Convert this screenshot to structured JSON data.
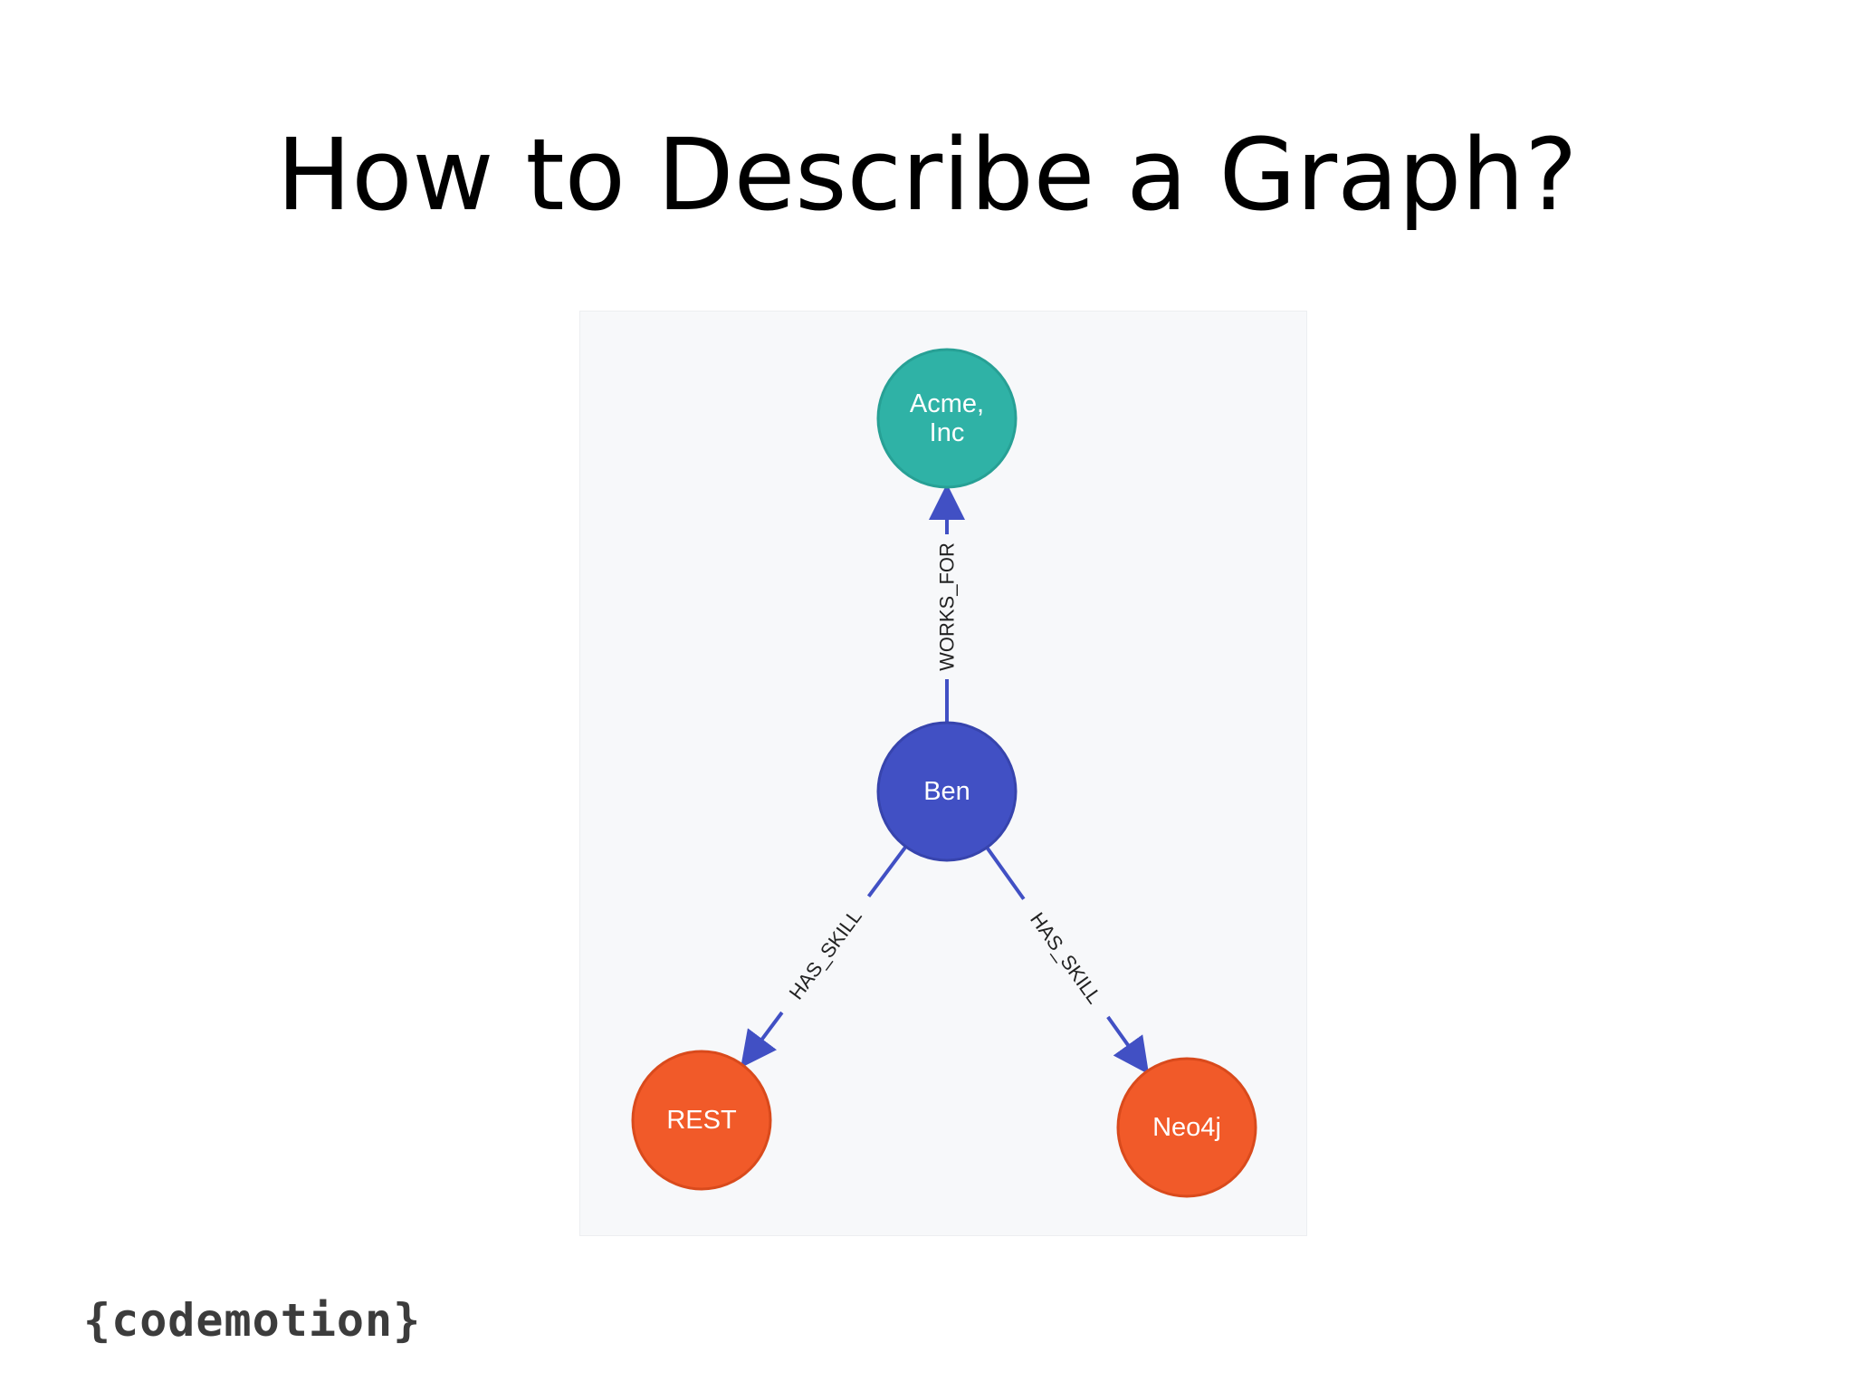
{
  "slide": {
    "title": "How to Describe a Graph?",
    "logo_text": "{codemotion}"
  },
  "graph": {
    "nodes": [
      {
        "id": "acme",
        "label_lines": [
          "Acme,",
          "Inc"
        ],
        "color": "#2fb2a6",
        "border": "#27a095"
      },
      {
        "id": "ben",
        "label_lines": [
          "Ben"
        ],
        "color": "#4150c4",
        "border": "#3744ad"
      },
      {
        "id": "rest",
        "label_lines": [
          "REST"
        ],
        "color": "#f15a29",
        "border": "#d94a1c"
      },
      {
        "id": "neo4j",
        "label_lines": [
          "Neo4j"
        ],
        "color": "#f15a29",
        "border": "#d94a1c"
      }
    ],
    "edges": [
      {
        "from": "ben",
        "to": "acme",
        "label": "WORKS_FOR",
        "color": "#4150c4"
      },
      {
        "from": "ben",
        "to": "rest",
        "label": "HAS_SKILL",
        "color": "#4150c4"
      },
      {
        "from": "ben",
        "to": "neo4j",
        "label": "HAS_SKILL",
        "color": "#4150c4"
      }
    ]
  }
}
